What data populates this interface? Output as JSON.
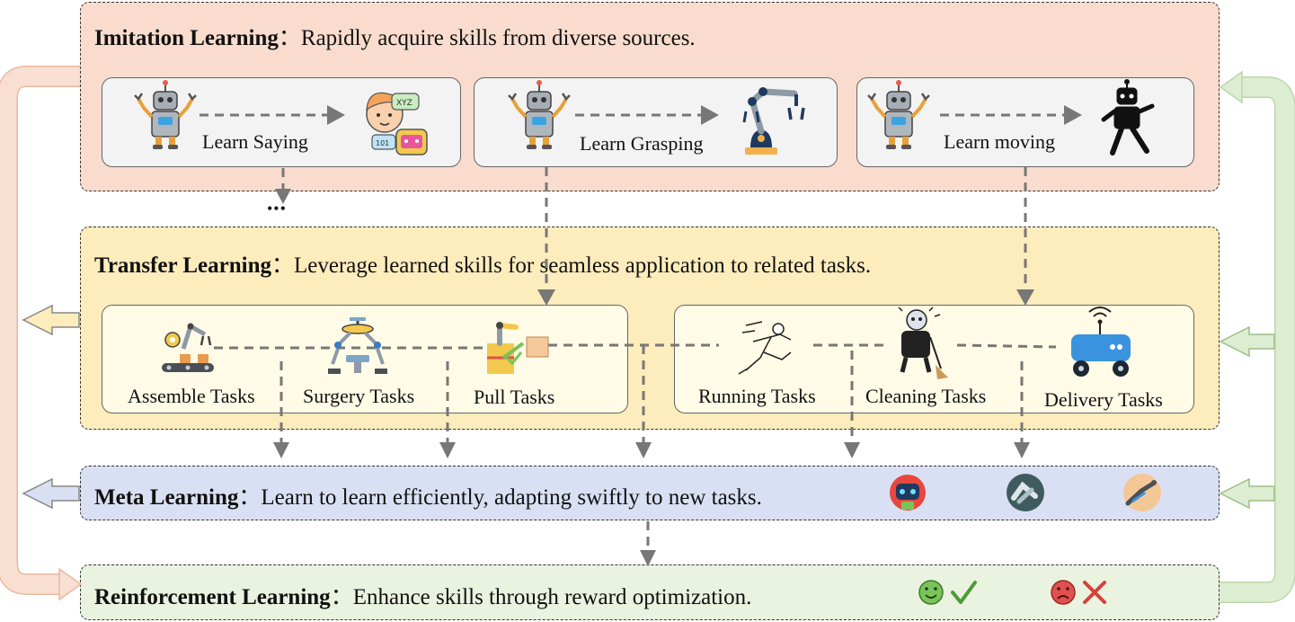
{
  "imitation": {
    "title": "Imitation Learning",
    "colon": "：",
    "desc": "Rapidly acquire skills from diverse sources.",
    "items": [
      {
        "label": "Learn Saying"
      },
      {
        "label": "Learn Grasping"
      },
      {
        "label": "Learn moving"
      }
    ],
    "ellipsis": "•••"
  },
  "transfer": {
    "title": "Transfer Learning",
    "colon": "：",
    "desc": "Leverage learned skills for seamless application to related tasks.",
    "tasks": [
      {
        "label": "Assemble Tasks"
      },
      {
        "label": "Surgery Tasks"
      },
      {
        "label": "Pull Tasks"
      },
      {
        "label": "Running Tasks"
      },
      {
        "label": "Cleaning Tasks"
      },
      {
        "label": "Delivery Tasks"
      }
    ]
  },
  "meta": {
    "title": "Meta Learning",
    "colon": "：",
    "desc": "Learn to learn efficiently, adapting swiftly to new tasks."
  },
  "reinforcement": {
    "title": "Reinforcement Learning",
    "colon": "：",
    "desc": "Enhance skills through reward optimization."
  },
  "colors": {
    "imitation_bg": "#f9dccd",
    "transfer_bg": "#fdecbc",
    "meta_bg": "#dae0f3",
    "reinforcement_bg": "#e9f3df",
    "left_arrow": "#f8dfd2",
    "right_arrow": "#dcedd1",
    "arrow_dash": "#777777",
    "happy": "#7ac35a",
    "sad": "#e0504e"
  }
}
